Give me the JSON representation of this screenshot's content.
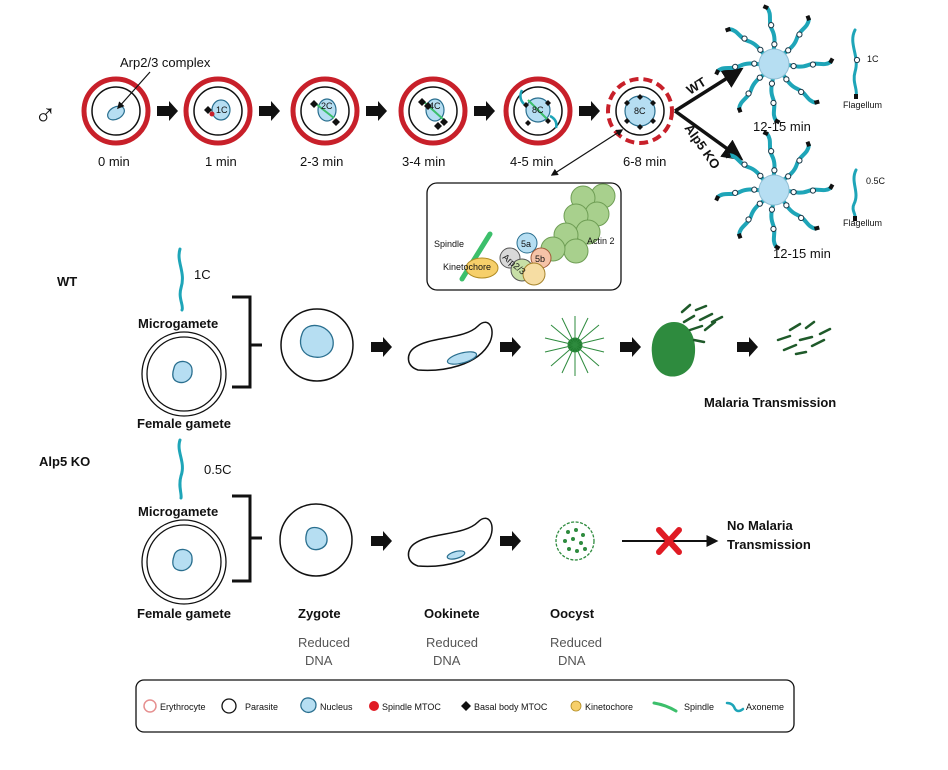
{
  "top": {
    "sex_symbol": "♂",
    "complex_label": "Arp2/3 complex",
    "stages": [
      {
        "time": "0 min",
        "dna": ""
      },
      {
        "time": "1 min",
        "dna": "1C"
      },
      {
        "time": "2-3 min",
        "dna": "2C"
      },
      {
        "time": "3-4 min",
        "dna": "4C"
      },
      {
        "time": "4-5 min",
        "dna": "8C"
      },
      {
        "time": "6-8 min",
        "dna": "8C"
      }
    ],
    "branch_wt": "WT",
    "branch_ko": "Alp5 KO",
    "wt_time": "12-15 min",
    "ko_time": "12-15 min",
    "wt_flagellum_dna": "1C",
    "ko_flagellum_dna": "0.5C",
    "flagellum_label": "Flagellum"
  },
  "inset": {
    "spindle": "Spindle",
    "kinetochore": "Kinetochore",
    "actin": "Actin 2",
    "alp5a": "5a",
    "alp5b": "5b",
    "arp_text": "Arp2/3"
  },
  "wt_row": {
    "genotype": "WT",
    "dna": "1C",
    "microgamete": "Microgamete",
    "female_gamete": "Female gamete",
    "outcome": "Malaria Transmission"
  },
  "ko_row": {
    "genotype": "Alp5 KO",
    "dna": "0.5C",
    "microgamete": "Microgamete",
    "female_gamete": "Female gamete",
    "outcome_line1": "No Malaria",
    "outcome_line2": "Transmission",
    "zygote": "Zygote",
    "ookinete": "Ookinete",
    "oocyst": "Oocyst",
    "reduced_line1": "Reduced",
    "reduced_line2": "DNA"
  },
  "legend": {
    "items": [
      "Erythrocyte",
      "Parasite",
      "Nucleus",
      "Spindle MTOC",
      "Basal body MTOC",
      "Kinetochore",
      "Spindle",
      "Axoneme"
    ]
  },
  "colors": {
    "erythrocyte": "#c8202a",
    "nucleus": "#b6def2",
    "nucleus_stroke": "#2a6f8f",
    "axoneme": "#1ea5b8",
    "spindle": "#3cbf6b",
    "kinetochore": "#f6cf6a",
    "actin": "#a8d08d",
    "oocyst_green": "#2e8b3e",
    "cross": "#e01b24"
  }
}
